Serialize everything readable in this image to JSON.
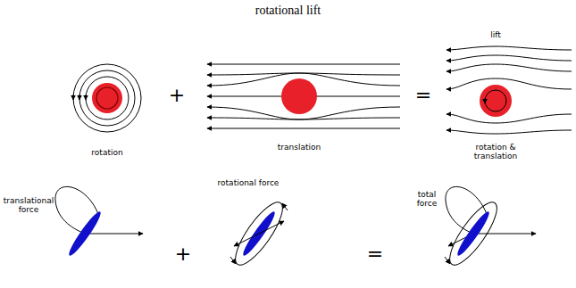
{
  "diagram": {
    "title": "rotational lift",
    "labels": [
      "+",
      "=",
      "lift",
      "rotation",
      "translation",
      "rotation & translation",
      "translational force",
      "+",
      "rotational force",
      "=",
      "total force"
    ]
  }
}
